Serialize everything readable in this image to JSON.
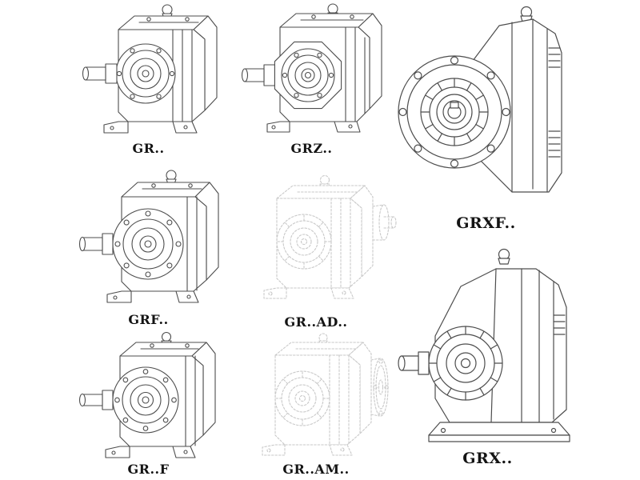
{
  "page": {
    "background": "#ffffff",
    "line_color": "#4d4d4d",
    "faded_line_color": "#c9c9c9",
    "label_color": "#141414",
    "description": "Catalog sheet of helical gear reducer model line drawings"
  },
  "items": [
    {
      "id": "gr",
      "label": "GR..",
      "style": "solid",
      "drawing": "foot-mounted-helical-gear-reducer-isometric"
    },
    {
      "id": "grz",
      "label": "GRZ..",
      "style": "solid",
      "drawing": "foot-mounted-reducer-octagonal-face-isometric"
    },
    {
      "id": "grxf",
      "label": "GRXF..",
      "style": "solid",
      "drawing": "flange-mounted-reducer-front-view"
    },
    {
      "id": "grf",
      "label": "GRF..",
      "style": "solid",
      "drawing": "flange-face-reducer-isometric"
    },
    {
      "id": "gr-ad",
      "label": "GR..AD..",
      "style": "faded",
      "drawing": "reducer-with-input-shaft-adapter-ghosted"
    },
    {
      "id": "grx",
      "label": "GRX..",
      "style": "solid",
      "drawing": "large-foot-mounted-reducer-isometric"
    },
    {
      "id": "gr-f",
      "label": "GR..F",
      "style": "solid",
      "drawing": "foot-and-flange-reducer-isometric"
    },
    {
      "id": "gr-am",
      "label": "GR..AM..",
      "style": "faded",
      "drawing": "reducer-with-motor-adapter-flange-ghosted"
    }
  ]
}
